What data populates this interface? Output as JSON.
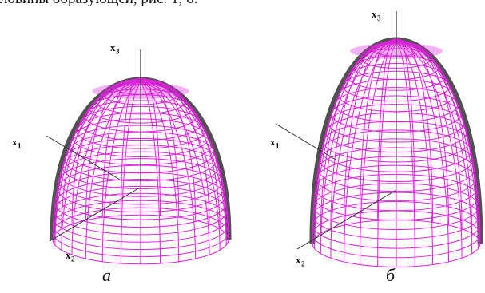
{
  "header": {
    "text": "ловины образующей, рис. 1, б."
  },
  "figure": {
    "colors": {
      "mesh": "#dd22dd",
      "rim": "#333333",
      "axes": "#333333"
    },
    "panels": [
      {
        "id": "a",
        "caption": "а",
        "labels": {
          "x3": {
            "base": "x",
            "sub": "3"
          },
          "x1": {
            "base": "x",
            "sub": "1"
          },
          "x2": {
            "base": "x",
            "sub": "2"
          }
        }
      },
      {
        "id": "b",
        "caption": "б",
        "labels": {
          "x3": {
            "base": "x",
            "sub": "3"
          },
          "x1": {
            "base": "x",
            "sub": "1"
          },
          "x2": {
            "base": "x",
            "sub": "2"
          }
        }
      }
    ]
  }
}
